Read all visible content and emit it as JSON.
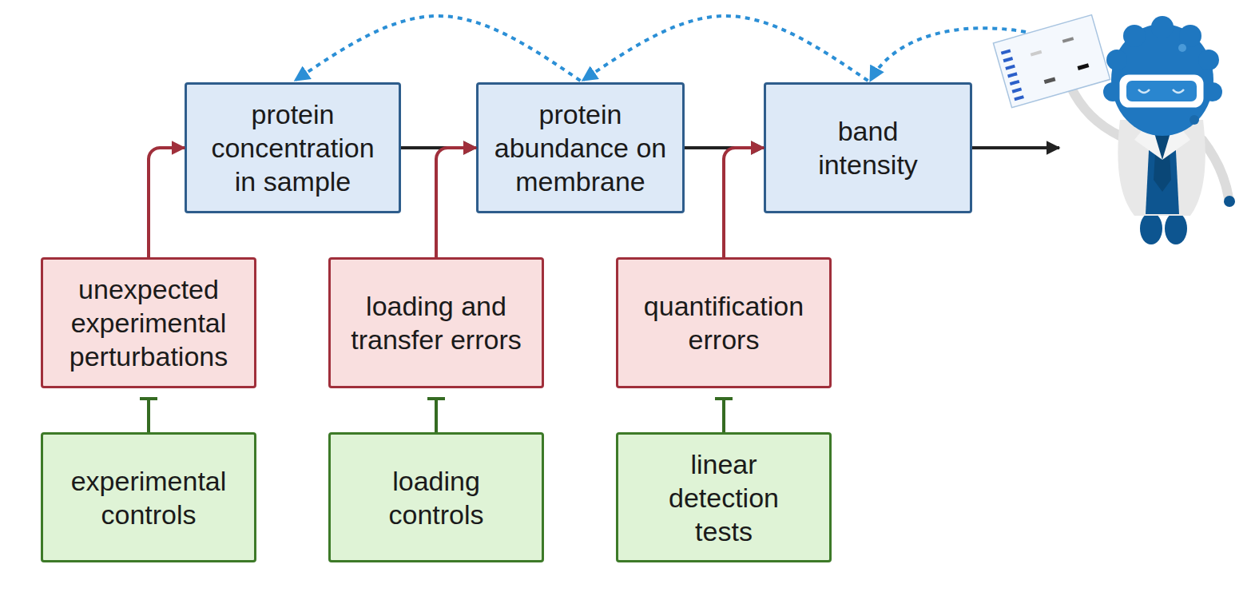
{
  "diagram": {
    "nodes": [
      {
        "text": [
          "protein concentration in sample"
        ]
      },
      {
        "text": [
          "protein abundance on membrane"
        ]
      },
      {
        "text": [
          "band intensity"
        ]
      },
      {
        "text": [
          "unexpected experimental perturbations"
        ]
      },
      {
        "text": [
          "loading and transfer errors"
        ]
      },
      {
        "text": [
          "quantification errors"
        ]
      },
      {
        "text": [
          "experimental controls"
        ]
      },
      {
        "text": [
          "loading controls"
        ]
      },
      {
        "text": [
          "linear detection tests"
        ]
      }
    ],
    "edges": [
      {
        "from": 0,
        "to": 1,
        "arrow": "to"
      },
      {
        "from": 1,
        "to": 2,
        "arrow": "to"
      },
      {
        "from": 3,
        "to": 0,
        "arrow": "to"
      },
      {
        "from": 4,
        "to": 1,
        "arrow": "to"
      },
      {
        "from": 5,
        "to": 2,
        "arrow": "to"
      },
      {
        "from": 6,
        "to": 3,
        "arrow": "to"
      },
      {
        "from": 7,
        "to": 4,
        "arrow": "to"
      },
      {
        "from": 8,
        "to": 5,
        "arrow": "to"
      },
      {
        "from": 1,
        "to": 0,
        "arrow": "to"
      },
      {
        "from": 2,
        "to": 1,
        "arrow": "to"
      }
    ]
  }
}
